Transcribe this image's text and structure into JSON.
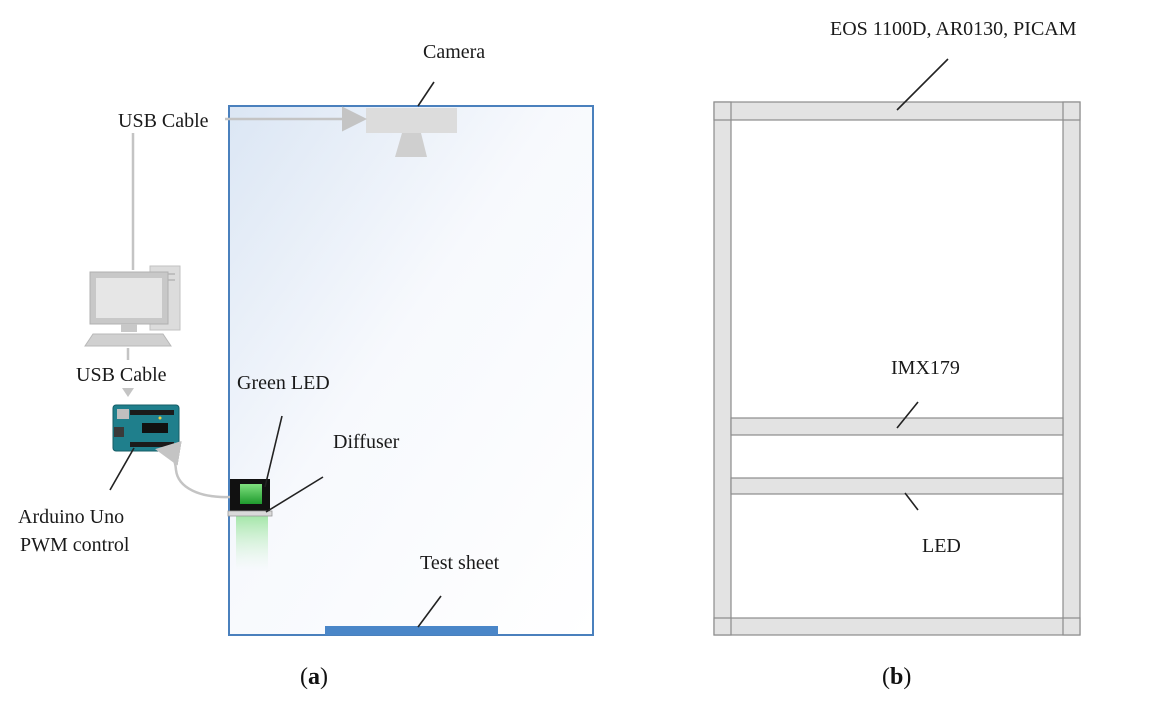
{
  "panel_a": {
    "labels": {
      "camera": "Camera",
      "usb_cable_top": "USB Cable",
      "usb_cable_bottom": "USB Cable",
      "green_led": "Green LED",
      "diffuser": "Diffuser",
      "arduino_line1": "Arduino Uno",
      "arduino_line2": "PWM control",
      "test_sheet": "Test sheet"
    },
    "caption": {
      "open": "(",
      "letter": "a",
      "close": ")"
    }
  },
  "panel_b": {
    "labels": {
      "top_sensors": "EOS 1100D, AR0130, PICAM",
      "imx": "IMX179",
      "led": "LED"
    },
    "caption": {
      "open": "(",
      "letter": "b",
      "close": ")"
    }
  },
  "colors": {
    "enclosure_border": "#4a80bd",
    "test_sheet": "#4a86c8",
    "bar_fill": "#e3e3e3",
    "bar_stroke": "#8c8c8c",
    "connector_gray": "#c4c4c4",
    "led_green": "#3cc24a"
  },
  "icons": [
    "camera-icon",
    "computer-icon",
    "arduino-board-icon",
    "led-icon"
  ]
}
